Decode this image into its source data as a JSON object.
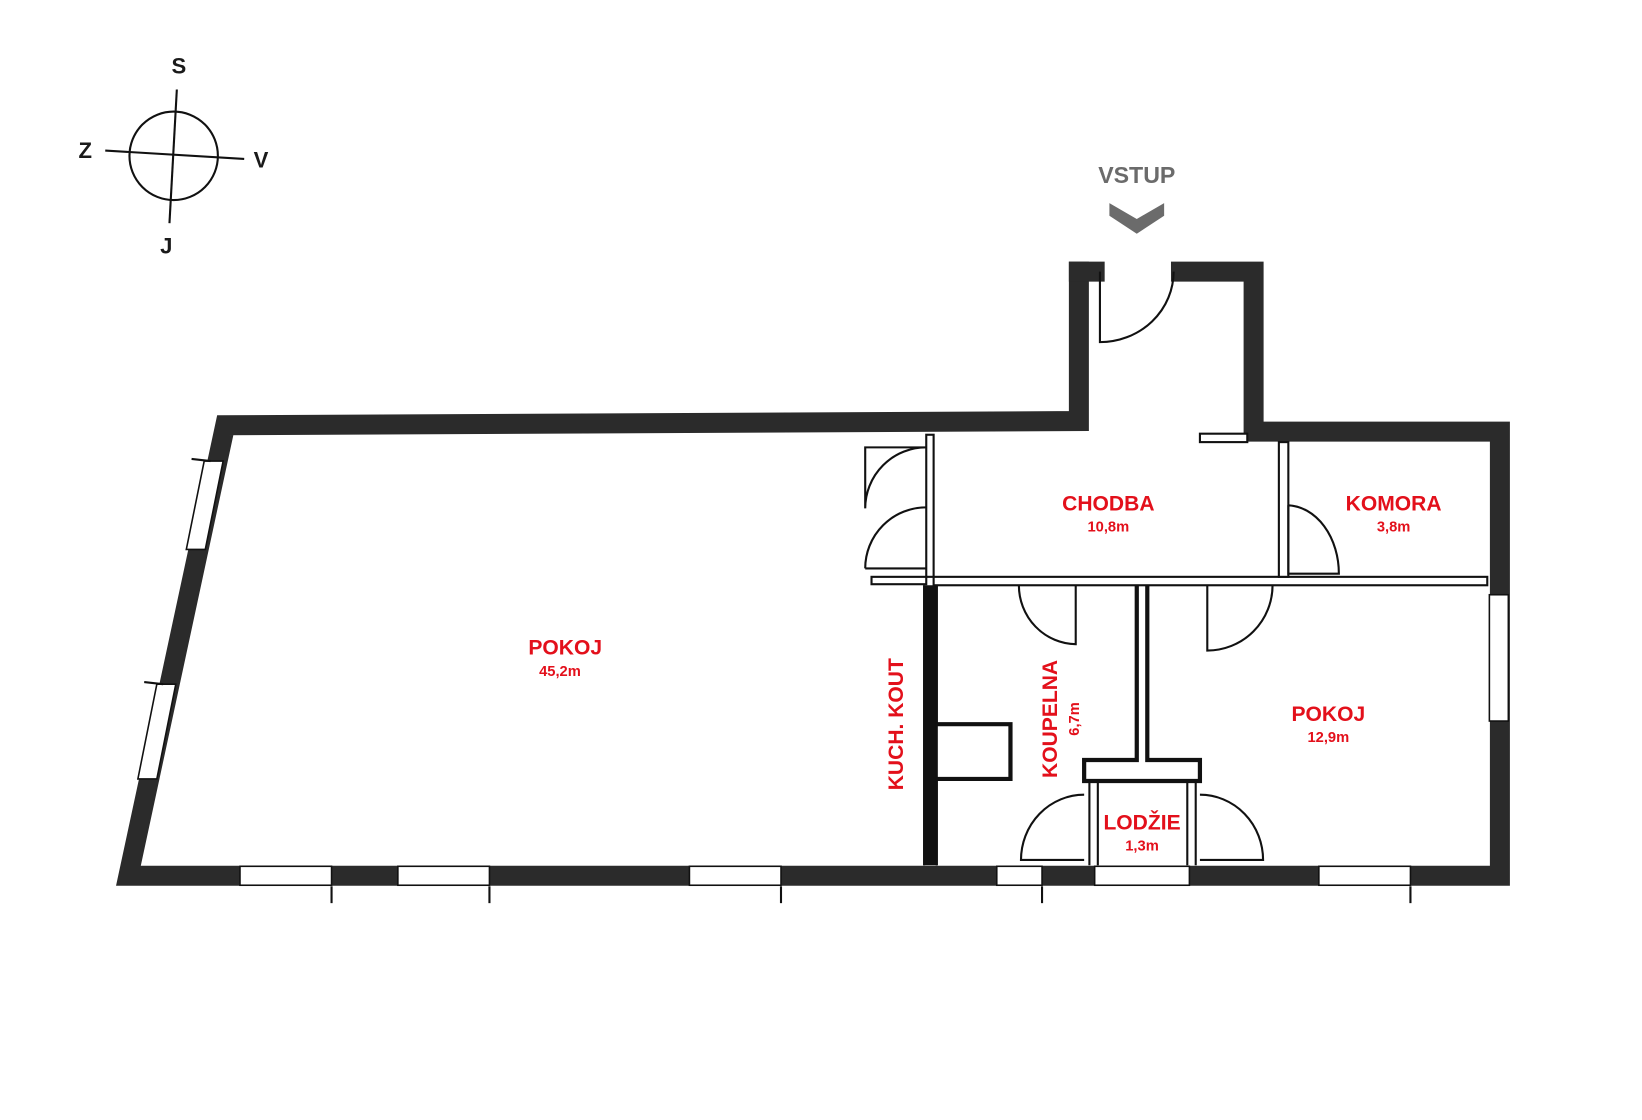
{
  "compass": {
    "north": "S",
    "south": "J",
    "west": "Z",
    "east": "V"
  },
  "entrance": {
    "label": "VSTUP"
  },
  "rooms": [
    {
      "name": "POKOJ",
      "area": "45,2m"
    },
    {
      "name": "CHODBA",
      "area": "10,8m"
    },
    {
      "name": "KOMORA",
      "area": "3,8m"
    },
    {
      "name": "KUCH. KOUT",
      "area": ""
    },
    {
      "name": "KOUPELNA",
      "area": "6,7m"
    },
    {
      "name": "POKOJ",
      "area": "12,9m"
    },
    {
      "name": "LODŽIE",
      "area": "1,3m"
    }
  ],
  "colors": {
    "label": "#e3101b",
    "wall": "#2b2b2b",
    "entrance_arrow": "#6b6b6b"
  }
}
